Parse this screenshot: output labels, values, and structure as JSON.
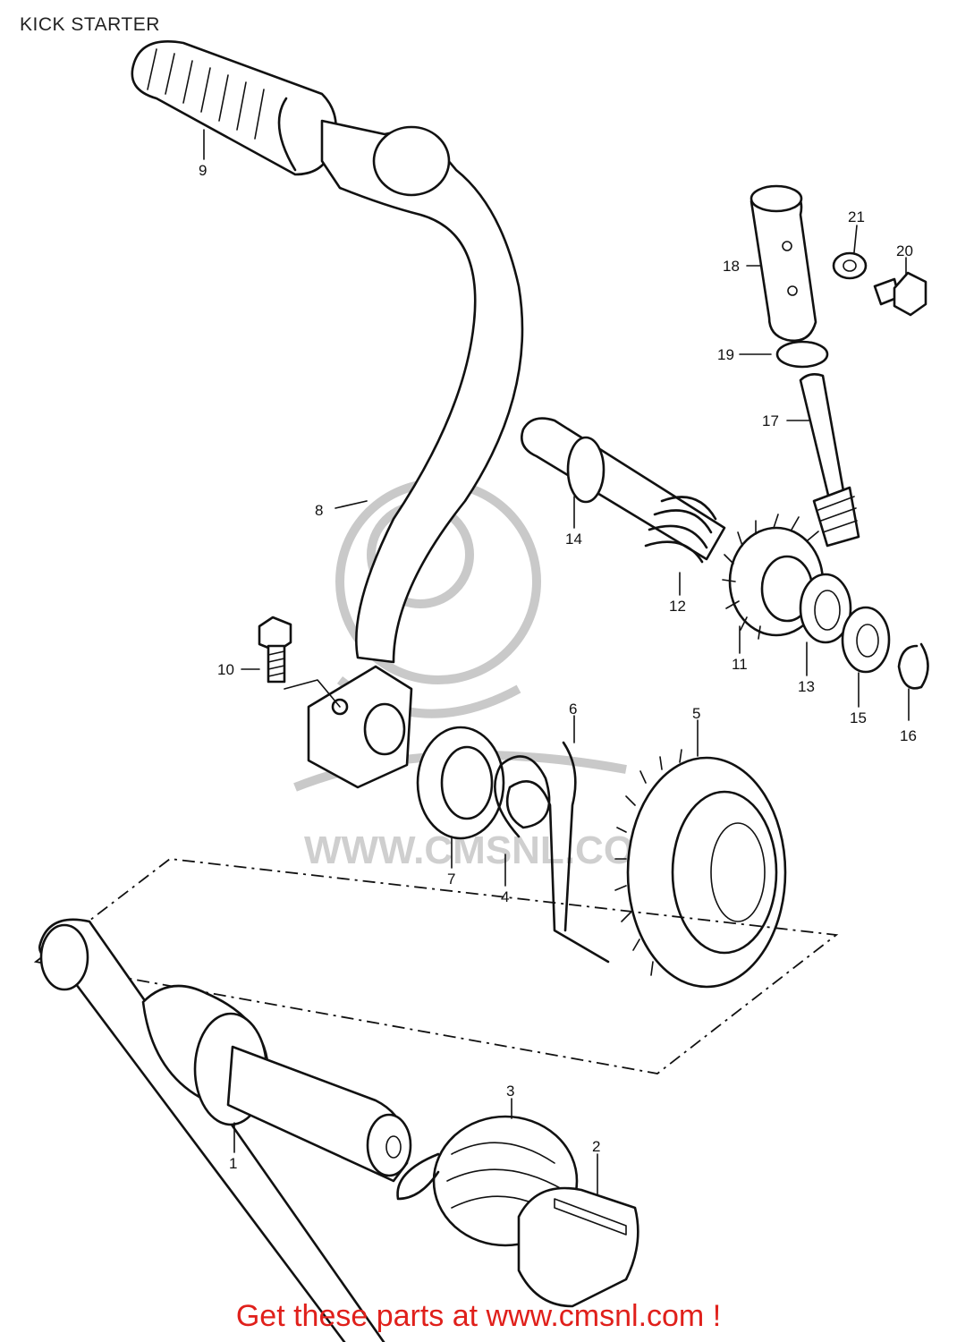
{
  "title": "KICK STARTER",
  "footer": {
    "text": "Get these parts at www.cmsnl.com !"
  },
  "watermark": {
    "url_text": "WWW.CMSNL.COM"
  },
  "callouts": [
    "1",
    "2",
    "3",
    "4",
    "5",
    "6",
    "7",
    "8",
    "9",
    "10",
    "11",
    "12",
    "13",
    "14",
    "15",
    "16",
    "17",
    "18",
    "19",
    "20",
    "21"
  ],
  "colors": {
    "footer_red": "#e0201b",
    "line": "#111111",
    "watermark": "#c9c9c9"
  }
}
